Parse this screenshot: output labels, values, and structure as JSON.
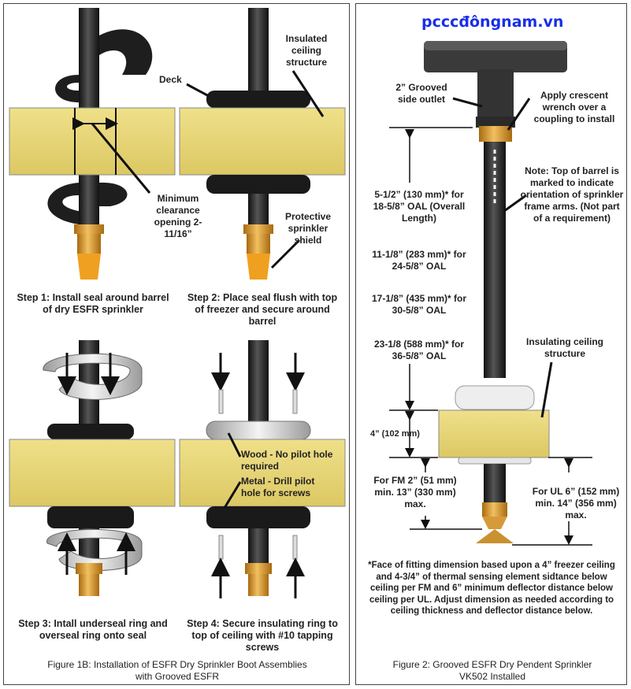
{
  "watermark": "pcccđôngnam.vn",
  "figure1b": {
    "caption": "Figure 1B: Installation of ESFR Dry Sprinkler Boot Assemblies with Grooved ESFR",
    "labels": {
      "deck": "Deck",
      "insulated_ceiling": "Insulated ceiling structure",
      "min_clearance": "Minimum clearance opening 2-11/16”",
      "protective_shield": "Protective sprinkler shield",
      "wood": "Wood - No pilot hole required",
      "metal": "Metal - Drill pilot hole for screws"
    },
    "steps": [
      "Step 1: Install seal around barrel of dry ESFR sprinkler",
      "Step 2: Place seal flush with top of freezer and secure around barrel",
      "Step 3: Intall underseal ring and overseal ring onto seal",
      "Step 4: Secure insulating ring to top of ceiling with #10 tapping screws"
    ]
  },
  "figure2": {
    "caption": "Figure 2: Grooved ESFR Dry Pendent Sprinkler VK502 Installed",
    "labels": {
      "side_outlet": "2” Grooved side outlet",
      "wrench": "Apply crescent wrench over a coupling to install",
      "note": "Note: Top of barrel is marked to indicate orientation of sprinkler frame arms. (Not part of a requirement)",
      "dim1": "5-1/2” (130 mm)* for 18-5/8” OAL (Overall Length)",
      "dim2": "11-1/8” (283 mm)* for 24-5/8” OAL",
      "dim3": "17-1/8” (435 mm)* for 30-5/8” OAL",
      "dim4": "23-1/8 (588 mm)* for 36-5/8” OAL",
      "insulating_ceiling": "Insulating ceiling structure",
      "thickness": "4” (102 mm)",
      "fm": "For FM 2” (51 mm) min. 13” (330 mm) max.",
      "ul": "For UL 6” (152 mm) min. 14” (356 mm) max.",
      "footnote": "*Face of fitting dimension based upon a 4” freezer ceiling and 4-3/4” of thermal sensing element sidtance below ceiling per FM and 6” minimum deflector distance below ceiling per UL. Adjust dimension as needed according to ceiling thickness and deflector distance below."
    }
  },
  "colors": {
    "insulation": "#e9d877",
    "pipe": "#2b2b2b",
    "brass": "#e0a030",
    "ring": "#d9d9d9",
    "seal": "#222222"
  }
}
